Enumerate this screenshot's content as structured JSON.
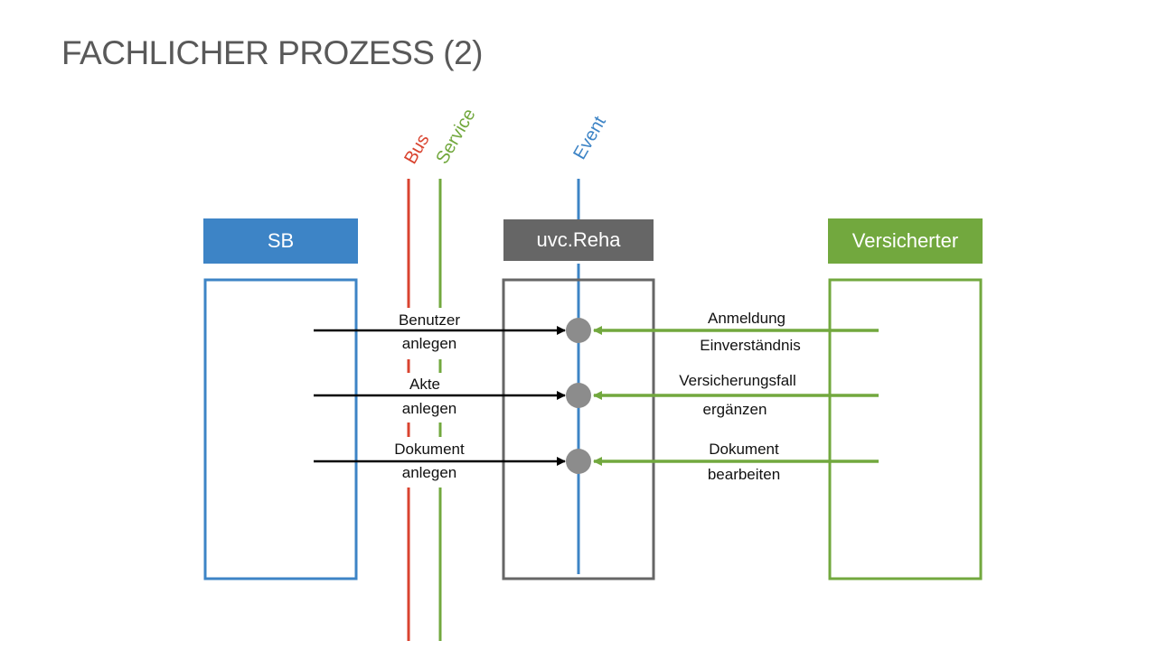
{
  "slide": {
    "title": "FACHLICHER PROZESS (2)"
  },
  "lanes": {
    "bus": "Bus",
    "service": "Service",
    "event": "Event"
  },
  "participants": {
    "left": "SB",
    "center": "uvc.Reha",
    "right": "Versicherter"
  },
  "steps": [
    {
      "left_label_1": "Benutzer",
      "left_label_2": "anlegen",
      "right_label_1": "Anmeldung",
      "right_label_2": "Einverständnis"
    },
    {
      "left_label_1": "Akte",
      "left_label_2": "anlegen",
      "right_label_1": "Versicherungsfall",
      "right_label_2": "ergänzen"
    },
    {
      "left_label_1": "Dokument",
      "left_label_2": "anlegen",
      "right_label_1": "Dokument",
      "right_label_2": "bearbeiten"
    }
  ],
  "colors": {
    "blue": "#3d84c6",
    "red": "#d9432f",
    "green": "#72a83e",
    "gray": "#666666",
    "dot": "#8c8c8c",
    "title": "#595959"
  }
}
